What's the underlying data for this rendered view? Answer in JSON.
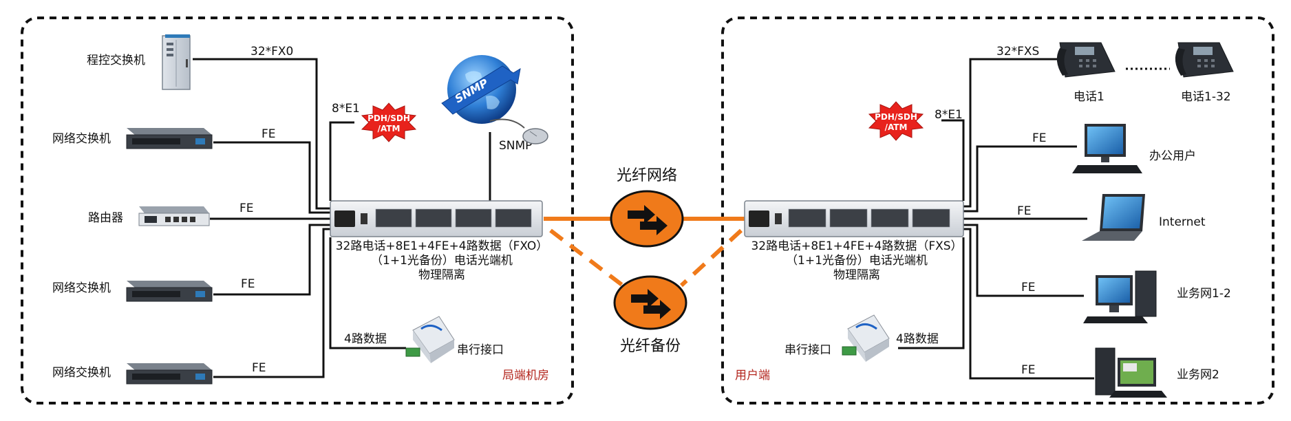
{
  "left_site": {
    "corner_label": "局端机房",
    "devices": {
      "pbx": "程控交换机",
      "switch_1": "网络交换机",
      "router": "路由器",
      "switch_2": "网络交换机",
      "switch_3": "网络交换机"
    },
    "links": {
      "pbx": "32*FX0",
      "switch_1": "FE",
      "router": "FE",
      "switch_2": "FE",
      "switch_3": "FE",
      "e1": "8*E1",
      "snmp": "SNMP",
      "data": "4路数据"
    },
    "burst_lines": [
      "PDH/SDH",
      "/ATM"
    ],
    "globe_text": "SNMP",
    "serial_label": "串行接口",
    "unit_lines": [
      "32路电话+8E1+4FE+4路数据（FXO）",
      "（1+1光备份）电话光端机",
      "物理隔离"
    ]
  },
  "network": {
    "primary": "光纤网络",
    "backup": "光纤备份"
  },
  "right_site": {
    "corner_label": "用户端",
    "devices": {
      "phone_1": "电话1",
      "phone_32": "电话1-32",
      "office": "办公用户",
      "internet": "Internet",
      "biz_1": "业务网1-2",
      "biz_2": "业务网2"
    },
    "links": {
      "phones": "32*FXS",
      "e1": "8*E1",
      "office": "FE",
      "internet": "FE",
      "biz_1": "FE",
      "biz_2": "FE",
      "data": "4路数据"
    },
    "burst_lines": [
      "PDH/SDH",
      "/ATM"
    ],
    "serial_label": "串行接口",
    "unit_lines": [
      "32路电话+8E1+4FE+4路数据（FXS）",
      "（1+1光备份）电话光端机",
      "物理隔离"
    ]
  },
  "colors": {
    "fiber": "#f07a1a",
    "burst": "#e8221c",
    "cloud": "#f07a1a",
    "corner_label": "#b3261e",
    "border": "#111111"
  }
}
